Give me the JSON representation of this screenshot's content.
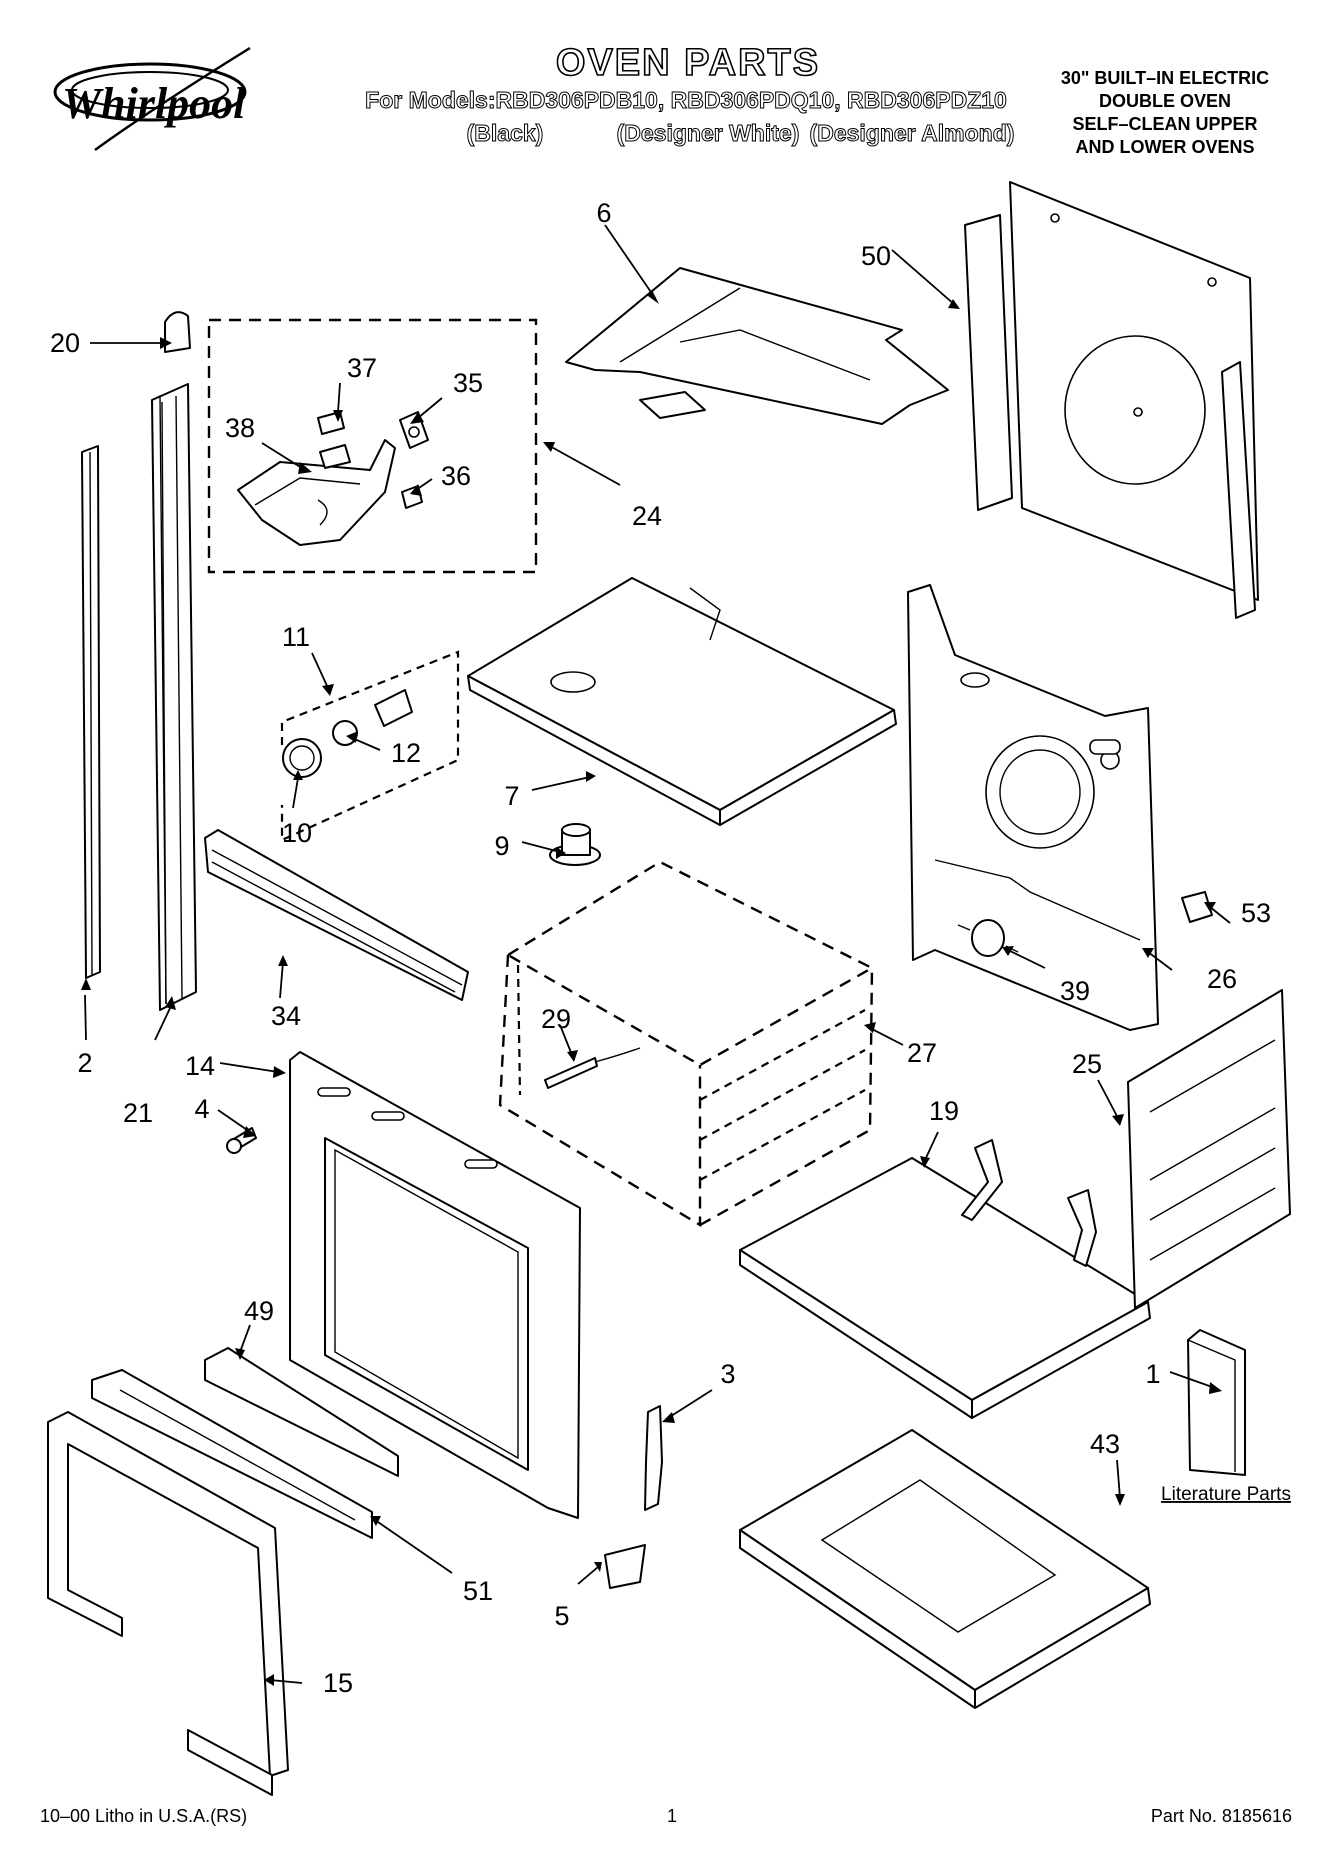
{
  "header": {
    "brand": "Whirlpool",
    "title": "OVEN PARTS",
    "models_line": "For Models:RBD306PDB10, RBD306PDQ10, RBD306PDZ10",
    "variants": [
      "(Black)",
      "(Designer White)",
      "(Designer Almond)"
    ],
    "product_description": [
      "30\" BUILT–IN ELECTRIC",
      "DOUBLE OVEN",
      "SELF–CLEAN UPPER",
      "AND LOWER OVENS"
    ]
  },
  "callouts": {
    "p1": "1",
    "p2": "2",
    "p3": "3",
    "p4": "4",
    "p5": "5",
    "p6": "6",
    "p7": "7",
    "p9": "9",
    "p10": "10",
    "p11": "11",
    "p12": "12",
    "p14": "14",
    "p15": "15",
    "p19": "19",
    "p20": "20",
    "p21": "21",
    "p24": "24",
    "p25": "25",
    "p26": "26",
    "p27": "27",
    "p29": "29",
    "p34": "34",
    "p35": "35",
    "p36": "36",
    "p37": "37",
    "p38": "38",
    "p39": "39",
    "p43": "43",
    "p49": "49",
    "p50": "50",
    "p51": "51",
    "p53": "53"
  },
  "literature_label": "Literature Parts",
  "footer": {
    "print_info": "10–00 Litho in U.S.A.(RS)",
    "page_number": "1",
    "part_number": "Part No. 8185616"
  }
}
